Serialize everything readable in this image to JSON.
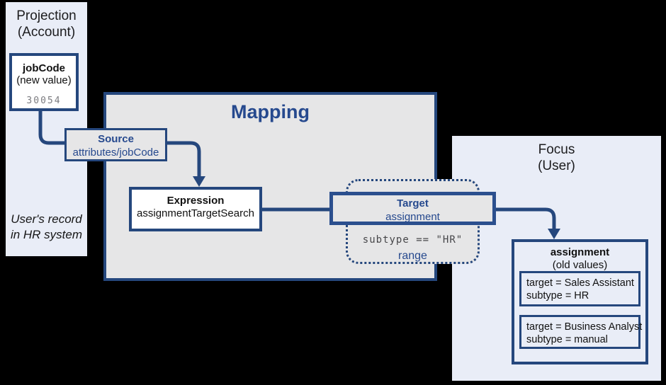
{
  "colors": {
    "navy_border": "#25477d",
    "blue_text": "#26498e",
    "panel_bg": "#e9edf7",
    "gray_bg": "#e6e6e7",
    "background": "#000000"
  },
  "projection_panel": {
    "title_line1": "Projection",
    "title_line2": "(Account)",
    "note_line1": "User's record",
    "note_line2": "in HR system",
    "jobcode_box": {
      "name": "jobCode",
      "qualifier": "(new value)",
      "value": "30054"
    }
  },
  "mapping": {
    "title": "Mapping",
    "source_box": {
      "label": "Source",
      "value": "attributes/jobCode"
    },
    "expression_box": {
      "label": "Expression",
      "value": "assignmentTargetSearch"
    },
    "target_box": {
      "label": "Target",
      "value": "assignment"
    },
    "range_box": {
      "condition": "subtype == \"HR\"",
      "label": "range"
    }
  },
  "focus_panel": {
    "title_line1": "Focus",
    "title_line2": "(User)",
    "assignment_box": {
      "name": "assignment",
      "qualifier": "(old values)",
      "values": [
        {
          "line1": "target = Sales Assistant",
          "line2": "subtype = HR"
        },
        {
          "line1": "target = Business Analyst",
          "line2": "subtype = manual"
        }
      ]
    }
  }
}
